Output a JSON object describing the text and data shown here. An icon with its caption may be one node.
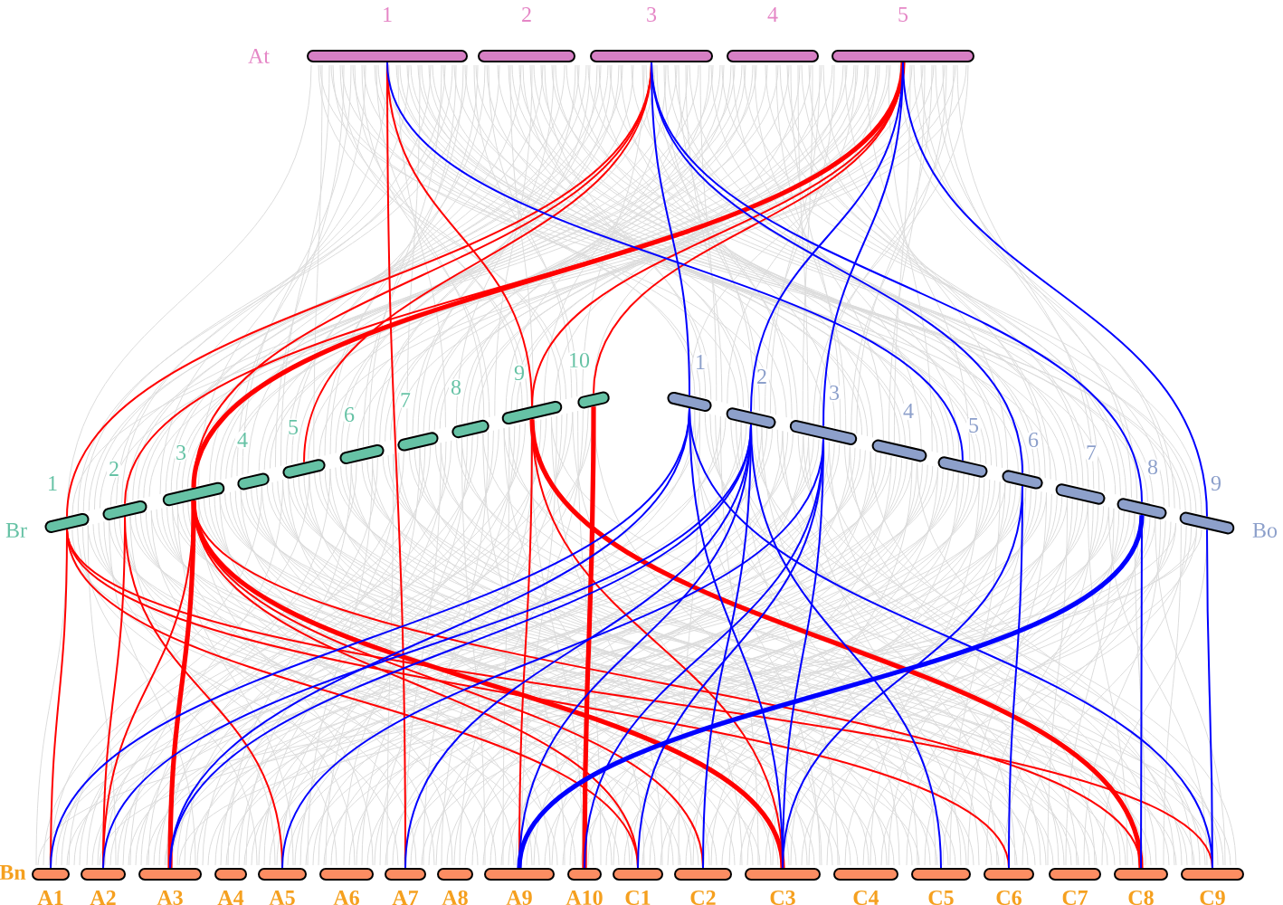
{
  "diagram": {
    "nodes": [
      {
        "text": [
          "1"
        ]
      },
      {
        "text": [
          "2"
        ]
      },
      {
        "text": [
          "3"
        ]
      },
      {
        "text": [
          "4"
        ]
      },
      {
        "text": [
          "5"
        ]
      },
      {
        "text": [
          "1"
        ]
      },
      {
        "text": [
          "2"
        ]
      },
      {
        "text": [
          "3"
        ]
      },
      {
        "text": [
          "4"
        ]
      },
      {
        "text": [
          "5"
        ]
      },
      {
        "text": [
          "6"
        ]
      },
      {
        "text": [
          "7"
        ]
      },
      {
        "text": [
          "8"
        ]
      },
      {
        "text": [
          "9"
        ]
      },
      {
        "text": [
          "10"
        ]
      },
      {
        "text": [
          "1"
        ]
      },
      {
        "text": [
          "2"
        ]
      },
      {
        "text": [
          "3"
        ]
      },
      {
        "text": [
          "4"
        ]
      },
      {
        "text": [
          "5"
        ]
      },
      {
        "text": [
          "6"
        ]
      },
      {
        "text": [
          "7"
        ]
      },
      {
        "text": [
          "8"
        ]
      },
      {
        "text": [
          "9"
        ]
      },
      {
        "text": [
          "A1"
        ]
      },
      {
        "text": [
          "A2"
        ]
      },
      {
        "text": [
          "A3"
        ]
      },
      {
        "text": [
          "A4"
        ]
      },
      {
        "text": [
          "A5"
        ]
      },
      {
        "text": [
          "A6"
        ]
      },
      {
        "text": [
          "A7"
        ]
      },
      {
        "text": [
          "A8"
        ]
      },
      {
        "text": [
          "A9"
        ]
      },
      {
        "text": [
          "A10"
        ]
      },
      {
        "text": [
          "C1"
        ]
      },
      {
        "text": [
          "C2"
        ]
      },
      {
        "text": [
          "C3"
        ]
      },
      {
        "text": [
          "C4"
        ]
      },
      {
        "text": [
          "C5"
        ]
      },
      {
        "text": [
          "C6"
        ]
      },
      {
        "text": [
          "C7"
        ]
      },
      {
        "text": [
          "C8"
        ]
      },
      {
        "text": [
          "C9"
        ]
      }
    ],
    "edges": [
      {
        "from": 0,
        "to": 13,
        "arrow": "none",
        "color": "#ff0000"
      },
      {
        "from": 0,
        "to": 30,
        "arrow": "none",
        "color": "#ff0000"
      },
      {
        "from": 2,
        "to": 5,
        "arrow": "none",
        "color": "#ff0000"
      },
      {
        "from": 2,
        "to": 7,
        "arrow": "none",
        "color": "#ff0000"
      },
      {
        "from": 2,
        "to": 9,
        "arrow": "none",
        "color": "#ff0000"
      },
      {
        "from": 4,
        "to": 7,
        "arrow": "none",
        "color": "#ff0000",
        "style": "thick"
      },
      {
        "from": 4,
        "to": 6,
        "arrow": "none",
        "color": "#ff0000"
      },
      {
        "from": 4,
        "to": 14,
        "arrow": "none",
        "color": "#ff0000"
      },
      {
        "from": 4,
        "to": 13,
        "arrow": "none",
        "color": "#ff0000"
      },
      {
        "from": 5,
        "to": 24,
        "arrow": "none",
        "color": "#ff0000"
      },
      {
        "from": 5,
        "to": 34,
        "arrow": "none",
        "color": "#ff0000"
      },
      {
        "from": 5,
        "to": 39,
        "arrow": "none",
        "color": "#ff0000"
      },
      {
        "from": 5,
        "to": 42,
        "arrow": "none",
        "color": "#ff0000"
      },
      {
        "from": 6,
        "to": 25,
        "arrow": "none",
        "color": "#ff0000"
      },
      {
        "from": 6,
        "to": 28,
        "arrow": "none",
        "color": "#ff0000"
      },
      {
        "from": 7,
        "to": 26,
        "arrow": "none",
        "color": "#ff0000",
        "style": "thick"
      },
      {
        "from": 7,
        "to": 25,
        "arrow": "none",
        "color": "#ff0000"
      },
      {
        "from": 7,
        "to": 34,
        "arrow": "none",
        "color": "#ff0000"
      },
      {
        "from": 7,
        "to": 35,
        "arrow": "none",
        "color": "#ff0000"
      },
      {
        "from": 7,
        "to": 36,
        "arrow": "none",
        "color": "#ff0000",
        "style": "thick"
      },
      {
        "from": 7,
        "to": 41,
        "arrow": "none",
        "color": "#ff0000"
      },
      {
        "from": 13,
        "to": 32,
        "arrow": "none",
        "color": "#ff0000"
      },
      {
        "from": 13,
        "to": 36,
        "arrow": "none",
        "color": "#ff0000"
      },
      {
        "from": 13,
        "to": 41,
        "arrow": "none",
        "color": "#ff0000",
        "style": "thick"
      },
      {
        "from": 14,
        "to": 33,
        "arrow": "none",
        "color": "#ff0000",
        "style": "thick"
      },
      {
        "from": 0,
        "to": 19,
        "arrow": "none",
        "color": "#0000ff"
      },
      {
        "from": 2,
        "to": 15,
        "arrow": "none",
        "color": "#0000ff"
      },
      {
        "from": 2,
        "to": 20,
        "arrow": "none",
        "color": "#0000ff"
      },
      {
        "from": 2,
        "to": 22,
        "arrow": "none",
        "color": "#0000ff"
      },
      {
        "from": 4,
        "to": 16,
        "arrow": "none",
        "color": "#0000ff"
      },
      {
        "from": 4,
        "to": 17,
        "arrow": "none",
        "color": "#0000ff"
      },
      {
        "from": 17,
        "to": 34,
        "arrow": "none",
        "color": "#0000ff"
      },
      {
        "from": 16,
        "to": 35,
        "arrow": "none",
        "color": "#0000ff"
      },
      {
        "from": 4,
        "to": 23,
        "arrow": "none",
        "color": "#0000ff"
      },
      {
        "from": 15,
        "to": 24,
        "arrow": "none",
        "color": "#0000ff"
      },
      {
        "from": 15,
        "to": 26,
        "arrow": "none",
        "color": "#0000ff"
      },
      {
        "from": 15,
        "to": 36,
        "arrow": "none",
        "color": "#0000ff"
      },
      {
        "from": 15,
        "to": 42,
        "arrow": "none",
        "color": "#0000ff"
      },
      {
        "from": 16,
        "to": 25,
        "arrow": "none",
        "color": "#0000ff"
      },
      {
        "from": 16,
        "to": 26,
        "arrow": "none",
        "color": "#0000ff"
      },
      {
        "from": 16,
        "to": 30,
        "arrow": "none",
        "color": "#0000ff"
      },
      {
        "from": 16,
        "to": 32,
        "arrow": "none",
        "color": "#0000ff"
      },
      {
        "from": 16,
        "to": 38,
        "arrow": "none",
        "color": "#0000ff"
      },
      {
        "from": 17,
        "to": 28,
        "arrow": "none",
        "color": "#0000ff"
      },
      {
        "from": 17,
        "to": 33,
        "arrow": "none",
        "color": "#0000ff"
      },
      {
        "from": 17,
        "to": 36,
        "arrow": "none",
        "color": "#0000ff"
      },
      {
        "from": 20,
        "to": 39,
        "arrow": "none",
        "color": "#0000ff"
      },
      {
        "from": 20,
        "to": 36,
        "arrow": "none",
        "color": "#0000ff"
      },
      {
        "from": 22,
        "to": 41,
        "arrow": "none",
        "color": "#0000ff"
      },
      {
        "from": 22,
        "to": 32,
        "arrow": "none",
        "color": "#0000ff",
        "style": "thick"
      },
      {
        "from": 23,
        "to": 42,
        "arrow": "none",
        "color": "#0000ff"
      }
    ],
    "labels": [
      "At",
      "Br",
      "Bo",
      "Bn"
    ]
  }
}
